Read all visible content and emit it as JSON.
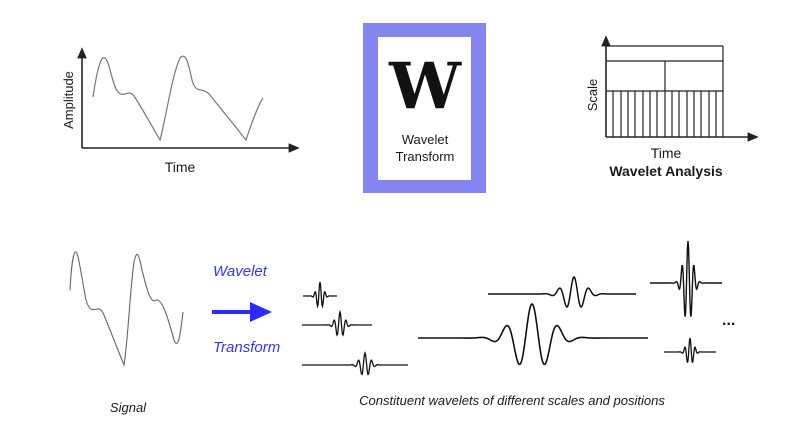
{
  "top_left_plot": {
    "y_label": "Amplitude",
    "x_label": "Time"
  },
  "center_box": {
    "logo_letter": "W",
    "line1": "Wavelet",
    "line2": "Transform",
    "frame_color": "#8585f0"
  },
  "top_right_plot": {
    "y_label": "Scale",
    "x_label": "Time",
    "caption": "Wavelet Analysis"
  },
  "bottom": {
    "arrow_label_top": "Wavelet",
    "arrow_label_bottom": "Transform",
    "arrow_color": "#2a2aff",
    "ellipsis": "...",
    "signal_caption": "Signal",
    "wavelets_caption": "Constituent wavelets of different scales and positions"
  }
}
